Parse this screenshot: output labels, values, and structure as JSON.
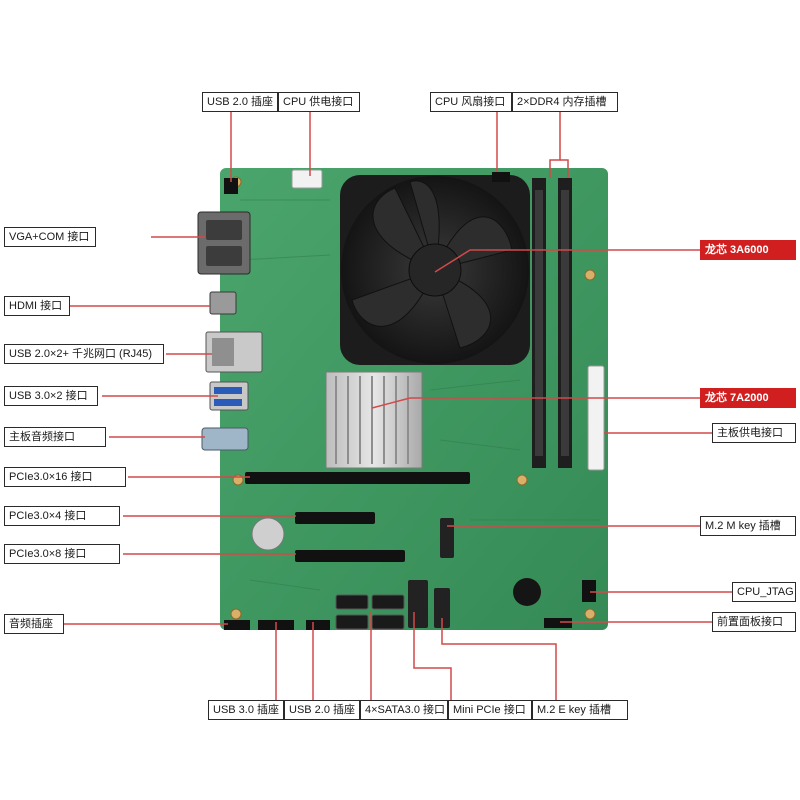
{
  "labels": {
    "top_usb20": "USB 2.0 插座",
    "top_cpu_power": "CPU 供电接口",
    "top_cpu_fan": "CPU 风扇接口",
    "top_ddr4": "2×DDR4 内存插槽",
    "left_vga_com": "VGA+COM 接口",
    "left_hdmi": "HDMI 接口",
    "left_usb_rj45": "USB 2.0×2+ 千兆网口 (RJ45)",
    "left_usb30": "USB 3.0×2 接口",
    "left_audio_jack": "主板音频接口",
    "left_pcie16": "PCIe3.0×16 接口",
    "left_pcie4": "PCIe3.0×4 接口",
    "left_pcie8": "PCIe3.0×8 接口",
    "left_audio_header": "音频插座",
    "right_3a6000": "龙芯 3A6000",
    "right_7a2000": "龙芯 7A2000",
    "right_main_power": "主板供电接口",
    "right_m2m": "M.2 M key 插槽",
    "right_cpu_jtag": "CPU_JTAG",
    "right_front_panel": "前置面板接口",
    "bottom_usb30": "USB 3.0 插座",
    "bottom_usb20": "USB 2.0 插座",
    "bottom_sata": "4×SATA3.0 接口",
    "bottom_mini_pcie": "Mini PCIe 接口",
    "bottom_m2e": "M.2 E key 插槽"
  },
  "colors": {
    "board": "#3f9a62",
    "leader": "#d24a4a",
    "highlight": "#d11f1f"
  }
}
